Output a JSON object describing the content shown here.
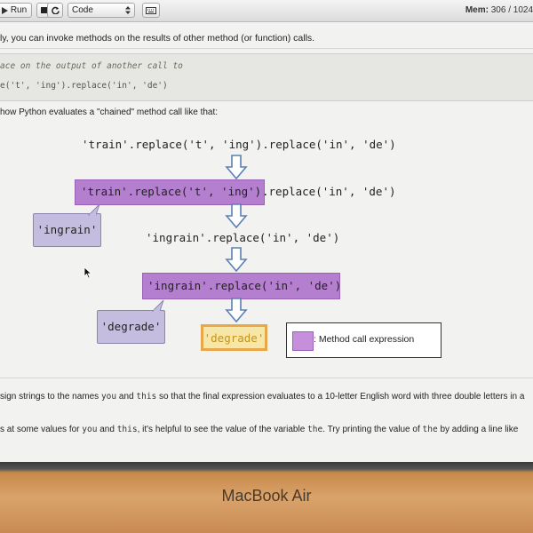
{
  "toolbar": {
    "run_label": "Run",
    "mode_value": "Code",
    "mem_label": "Mem:",
    "mem_value": "306 / 1024"
  },
  "content": {
    "intro": "ly, you can invoke methods on the results of other method (or function) calls.",
    "code_comment": "ace on the output of another call to",
    "code_line": "e('t', 'ing').replace('in', 'de')",
    "diagram_intro": "how Python evaluates a \"chained\" method call like that:",
    "task_prefix": "sign strings to the names ",
    "task_you": "you",
    "task_and": " and ",
    "task_this": "this",
    "task_suffix": " so that the final expression evaluates to a 10-letter English word with three double letters in a",
    "hint_prefix": "s at some values for ",
    "hint_you": "you",
    "hint_and": " and ",
    "hint_this": "this",
    "hint_mid": ", it's helpful to see the value of the variable ",
    "hint_the": "the",
    "hint_mid2": ". Try printing the value of ",
    "hint_the2": "the",
    "hint_suffix": " by adding a line like"
  },
  "diagram": {
    "line1": "'train'.replace('t', 'ing').replace('in', 'de')",
    "line2_box": "'train'.replace('t', 'ing')",
    "line2_rest": ".replace('in', 'de')",
    "bubble1": "'ingrain'",
    "line3": "'ingrain'.replace('in', 'de')",
    "line4_box": "'ingrain'.replace('in', 'de')",
    "bubble2": "'degrade'",
    "result": "'degrade'",
    "legend_label": ": Method call expression",
    "colors": {
      "method_box": "#b57fcf",
      "bubble": "#c5bde0",
      "result_fill": "#f6e7a8",
      "result_border": "#e8a84a"
    }
  },
  "device": {
    "brand": "MacBook Air"
  }
}
